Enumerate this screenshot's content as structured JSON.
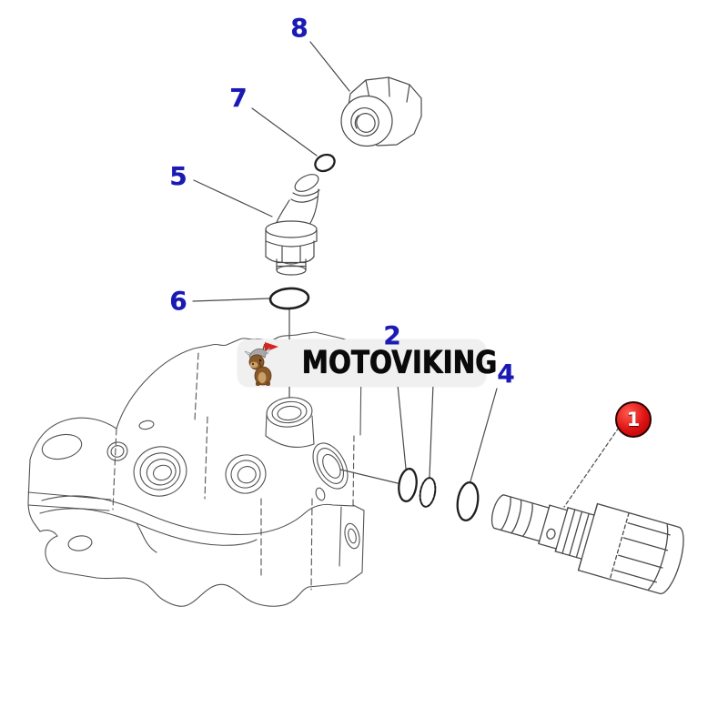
{
  "page": {
    "background": "#ffffff",
    "type_note": "exploded parts diagram of hydraulic valve body with relief valve cartridge, fittings and o-rings"
  },
  "diagram": {
    "line_color": "#4a4a4a",
    "callout_color": "#1a1ab5",
    "callouts": [
      {
        "label": "8"
      },
      {
        "label": "7"
      },
      {
        "label": "5"
      },
      {
        "label": "6"
      },
      {
        "label": "2"
      },
      {
        "label": "4"
      }
    ],
    "badge": {
      "label": "1",
      "bg": "#dd1212",
      "border": "#2b0000",
      "text_color": "#ffffff"
    }
  },
  "watermark": {
    "brand": "MOTOVIKING",
    "bg": "#f0f0f0",
    "text_color": "#0a0a0a",
    "logo_icon": "viking-dog-logo",
    "flag_color": "#dd2020"
  }
}
